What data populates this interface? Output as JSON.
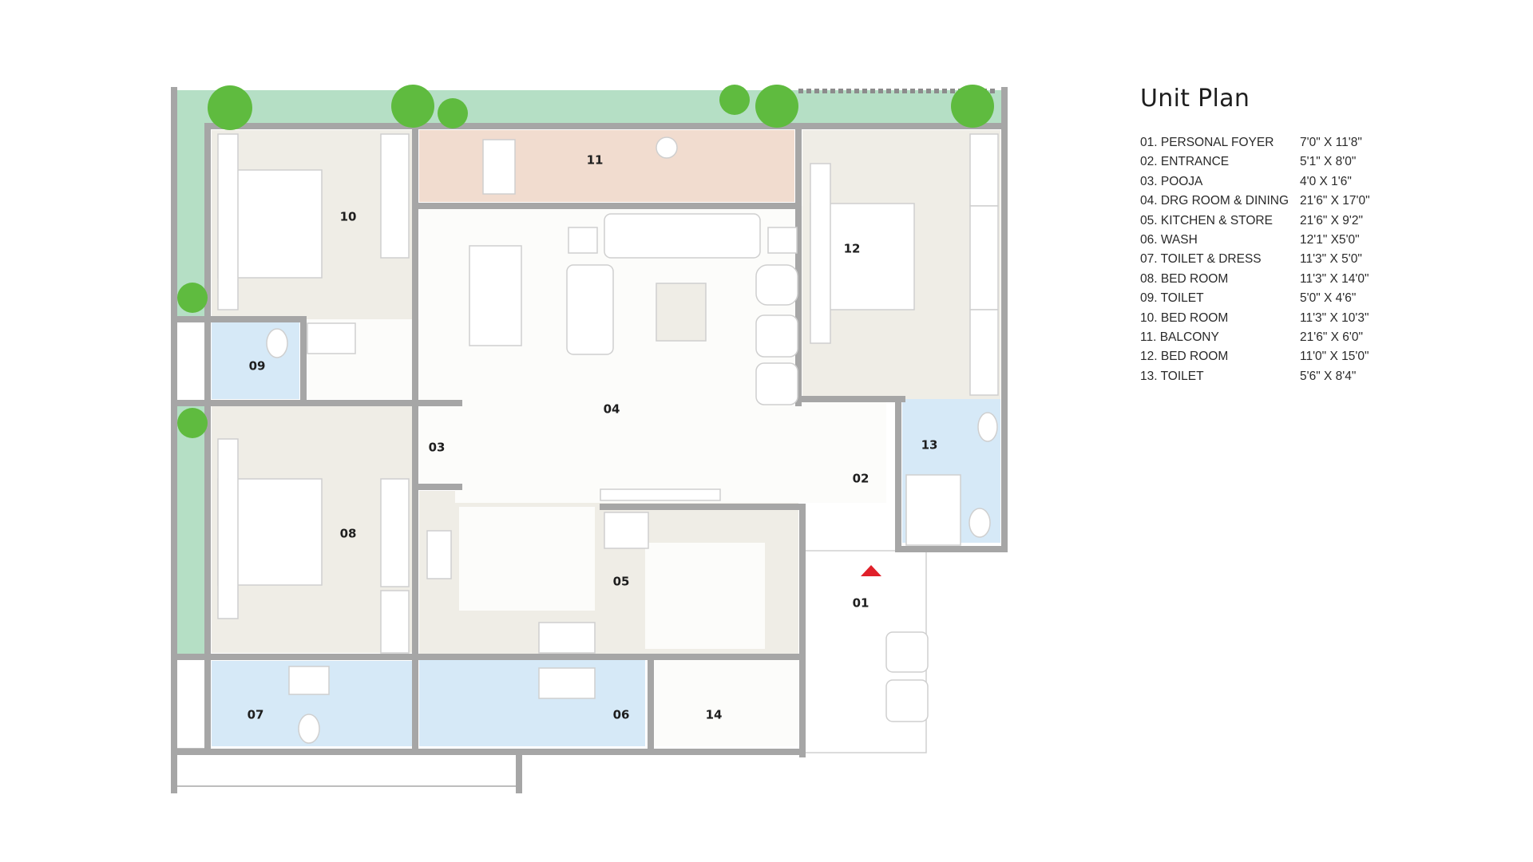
{
  "legend": {
    "title": "Unit Plan",
    "items": [
      {
        "name": "01.  PERSONAL FOYER",
        "dim": "7'0\" X 11'8\""
      },
      {
        "name": "02. ENTRANCE",
        "dim": "5'1\" X 8'0\""
      },
      {
        "name": "03. POOJA",
        "dim": "4'0 X 1'6\""
      },
      {
        "name": "04. DRG ROOM & DINING",
        "dim": "21'6\" X 17'0\""
      },
      {
        "name": "05. KITCHEN & STORE",
        "dim": "21'6\" X 9'2\""
      },
      {
        "name": "06. WASH",
        "dim": "12'1\" X5'0\""
      },
      {
        "name": "07.  TOILET & DRESS",
        "dim": "11'3\" X 5'0\""
      },
      {
        "name": "08. BED ROOM",
        "dim": "11'3\" X 14'0\""
      },
      {
        "name": "09.  TOILET",
        "dim": "5'0\" X 4'6\""
      },
      {
        "name": "10.  BED ROOM",
        "dim": "11'3\" X 10'3\""
      },
      {
        "name": "11.   BALCONY",
        "dim": "21'6\" X 6'0\""
      },
      {
        "name": "12.  BED ROOM",
        "dim": "11'0\" X 15'0\""
      },
      {
        "name": "13.   TOILET",
        "dim": "5'6\" X 8'4\""
      }
    ]
  },
  "rooms": {
    "r01": "01",
    "r02": "02",
    "r03": "03",
    "r04": "04",
    "r05": "05",
    "r06": "06",
    "r07": "07",
    "r08": "08",
    "r09": "09",
    "r10": "10",
    "r11": "11",
    "r12": "12",
    "r13": "13",
    "r14": "14"
  },
  "colors": {
    "wall": "#a6a6a6",
    "garden": "#b5dfc5",
    "tree": "#5fbb3f",
    "bedroom_floor": "#efede6",
    "balcony_floor": "#f1dccf",
    "wet_floor": "#d6e9f7",
    "living_floor": "#fcfcfa",
    "entry_marker": "#e0202a"
  },
  "icons": [
    "tree-icon",
    "bed-icon",
    "sofa-icon",
    "toilet-icon",
    "sink-icon",
    "stove-icon",
    "entry-arrow-icon"
  ]
}
